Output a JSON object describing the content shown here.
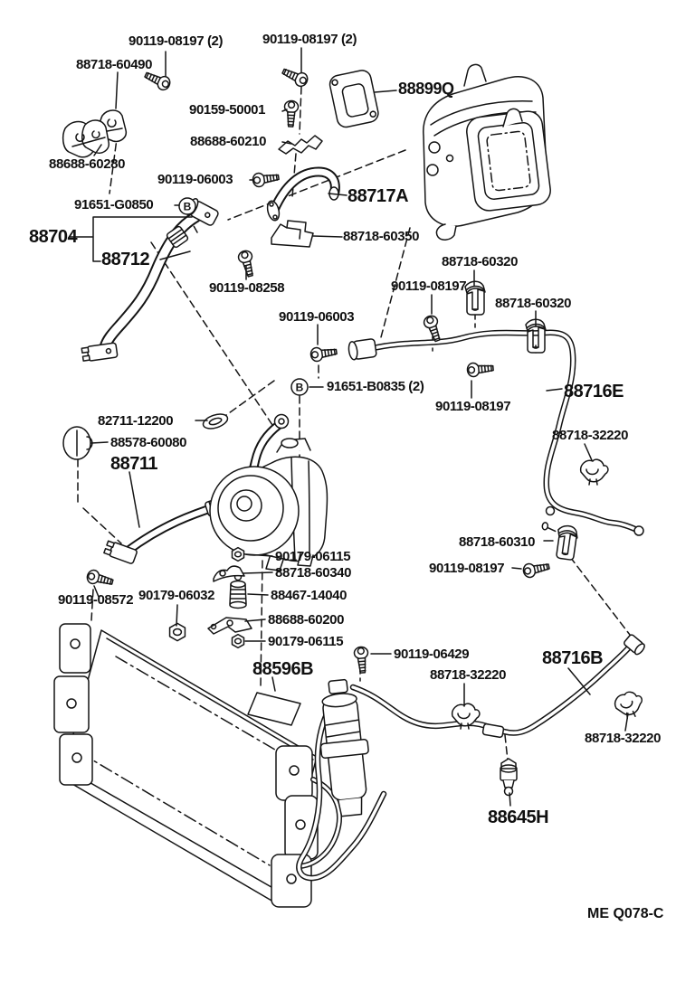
{
  "diagram": {
    "drawing_code": "ME Q078-C",
    "markers": {
      "b": "B"
    },
    "labels": {
      "bolt_90119_08197_top_left": "90119-08197 (2)",
      "clamp_88718_60490": "88718-60490",
      "bolt_90119_08197_top_center": "90119-08197 (2)",
      "gasket_88899q": "88899Q",
      "screw_90159_50001": "90159-50001",
      "clamp_88688_60210": "88688-60210",
      "clamp_88688_60280": "88688-60280",
      "bolt_90119_06003_upper": "90119-06003",
      "hose_88717a": "88717A",
      "bolt_91651_g0850": "91651-G0850",
      "assy_88704": "88704",
      "hose_88712": "88712",
      "clamp_88718_60350": "88718-60350",
      "bolt_90119_08258": "90119-08258",
      "clamp_88718_60320_upper": "88718-60320",
      "bolt_90119_08197_mid_right": "90119-08197",
      "clamp_88718_60320_lower": "88718-60320",
      "bolt_90119_06003_mid": "90119-06003",
      "pipe_88716e": "88716E",
      "bolt_91651_b0835": "91651-B0835 (2)",
      "bolt_90119_08197_mid": "90119-08197",
      "ring_82711_12200": "82711-12200",
      "grommet_88578_60080": "88578-60080",
      "hose_88711": "88711",
      "clamp_88718_32220_right": "88718-32220",
      "clamp_88718_60310": "88718-60310",
      "bolt_90119_08197_lower": "90119-08197",
      "nut_90179_06115_upper": "90179-06115",
      "clamp_88718_60340": "88718-60340",
      "damper_88467_14040": "88467-14040",
      "nut_90179_06032": "90179-06032",
      "bracket_88688_60200": "88688-60200",
      "bolt_90119_08572": "90119-08572",
      "nut_90179_06115_lower": "90179-06115",
      "sticker_88596b": "88596B",
      "bolt_90119_06429": "90119-06429",
      "clamp_88718_32220_mid": "88718-32220",
      "pipe_88716b": "88716B",
      "clamp_88718_32220_bottom": "88718-32220",
      "switch_88645h": "88645H"
    }
  }
}
